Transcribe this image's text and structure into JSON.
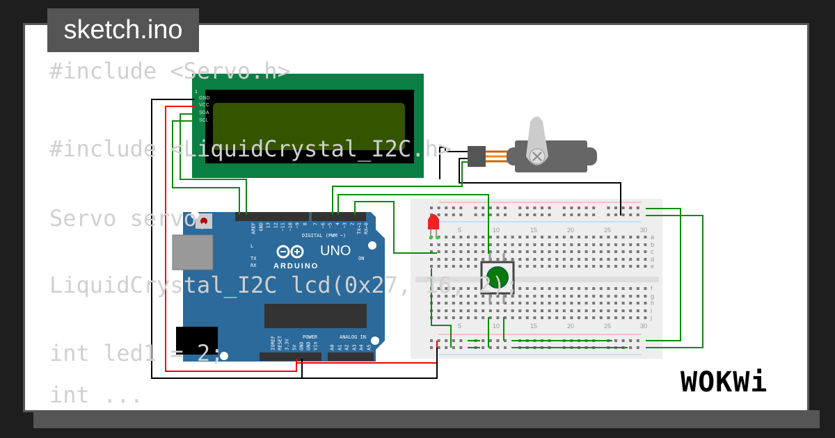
{
  "title": "sketch.ino",
  "code_lines": [
    "#include <Servo.h>",
    "#include <LiquidCrystal_I2C.h>",
    "Servo servo;",
    "LiquidCrystal_I2C lcd(0x27, 16, 2);",
    "int led1 = 2;",
    "int ..."
  ],
  "lcd": {
    "pin1": "1",
    "pins": [
      "GND",
      "VCC",
      "SDA",
      "SCL"
    ]
  },
  "arduino": {
    "brand": "ARDUINO",
    "model": "UNO",
    "digital_label": "DIGITAL (PWM ~)",
    "digital_pins": [
      "AREF",
      "GND",
      "13",
      "12",
      "~11",
      "~10",
      "~9",
      "8",
      "7",
      "~6",
      "~5",
      "4",
      "~3",
      "2",
      "TX→1",
      "RX←0"
    ],
    "power_label": "POWER",
    "power_pins": [
      "IOREF",
      "RESET",
      "3.3V",
      "5V",
      "GND",
      "GND",
      "Vin"
    ],
    "analog_label": "ANALOG IN",
    "analog_pins": [
      "A0",
      "A1",
      "A2",
      "A3",
      "A4",
      "A5"
    ],
    "leds": [
      "L",
      "TX",
      "RX",
      "ON"
    ]
  },
  "breadboard": {
    "col_labels": [
      "5",
      "10",
      "15",
      "20",
      "25",
      "30"
    ],
    "rows_top": [
      "a",
      "b",
      "c",
      "d",
      "e"
    ],
    "rows_bottom": [
      "f",
      "g",
      "h",
      "i",
      "j"
    ]
  },
  "brand_logo": "WOKWi",
  "colors": {
    "wire_green": "#0a8a0a",
    "wire_red": "#ff0000",
    "wire_black": "#000000",
    "arduino_blue": "#2b6a9b",
    "lcd_green": "#0a7f44"
  }
}
